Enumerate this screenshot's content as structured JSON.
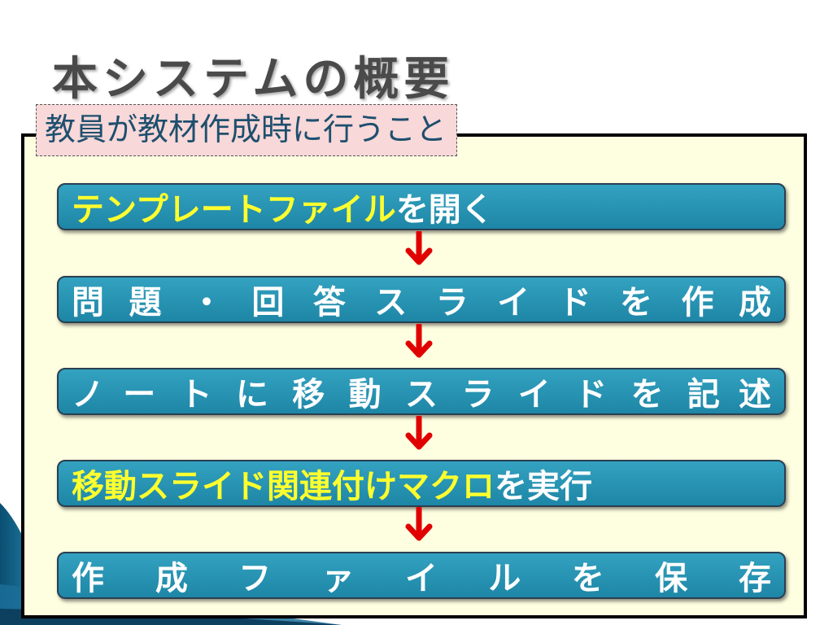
{
  "slide": {
    "title": "本システムの概要",
    "subtitle": "教員が教材作成時に行うこと"
  },
  "steps": [
    {
      "highlight": "テンプレートファイル",
      "rest": "を開く",
      "text": "テンプレートファイルを開く"
    },
    {
      "text": "問題・回答スライドを作成",
      "chars": [
        "問",
        "題",
        "・",
        "回",
        "答",
        "ス",
        "ラ",
        "イ",
        "ド",
        "を",
        "作",
        "成"
      ]
    },
    {
      "text": "ノートに移動スライドを記述",
      "chars": [
        "ノ",
        "ー",
        "ト",
        "に",
        "移",
        "動",
        "ス",
        "ラ",
        "イ",
        "ド",
        "を",
        "記",
        "述"
      ]
    },
    {
      "highlight": "移動スライド関連付けマクロ",
      "rest": "を実行",
      "text": "移動スライド関連付けマクロを実行"
    },
    {
      "text": "作成ファイルを保存",
      "chars": [
        "作",
        "成",
        "フ",
        "ァ",
        "イ",
        "ル",
        "を",
        "保",
        "存"
      ]
    }
  ],
  "colors": {
    "step_fill": "#2596b5",
    "highlight_text": "#ffff2e",
    "arrow": "#e00000",
    "content_bg": "#fefee0",
    "subtitle_bg": "#f8d8d8",
    "subtitle_text": "#1e4f6e",
    "title_text": "#4a4a4a"
  },
  "icons": {
    "flow_arrow": "down-arrow-icon"
  }
}
